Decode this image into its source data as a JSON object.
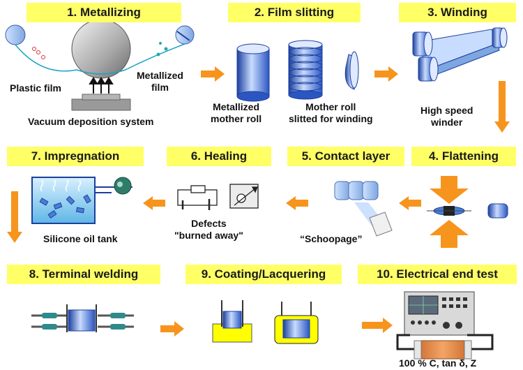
{
  "steps": [
    {
      "title": "1. Metallizing"
    },
    {
      "title": "2. Film slitting"
    },
    {
      "title": "3. Winding"
    },
    {
      "title": "4. Flattening"
    },
    {
      "title": "5. Contact layer"
    },
    {
      "title": "6. Healing"
    },
    {
      "title": "7. Impregnation"
    },
    {
      "title": "8. Terminal welding"
    },
    {
      "title": "9. Coating/Lacquering"
    },
    {
      "title": "10. Electrical end test"
    }
  ],
  "labels": {
    "plastic_film": "Plastic film",
    "metallized_film": "Metallized\nfilm",
    "vacuum": "Vacuum deposition system",
    "mother_roll": "Metallized\nmother roll",
    "slitted_roll": "Mother roll\nslitted for winding",
    "winder": "High speed\nwinder",
    "schoopage": "“Schoopage”",
    "defects": "Defects\n\"burned away\"",
    "oil_tank": "Silicone oil tank",
    "end_test": "100 % C, tan δ, Z"
  },
  "colors": {
    "title_bg": "#ffff66",
    "arrow": "#f7941d",
    "blue": "#4a7fd4",
    "yellow_coat": "#ffff00"
  }
}
